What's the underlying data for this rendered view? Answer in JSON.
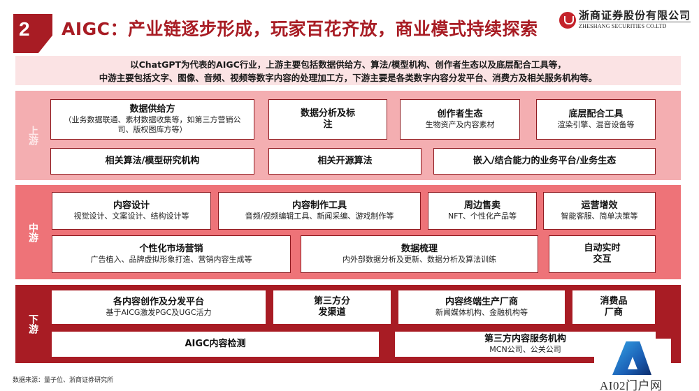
{
  "header": {
    "slide_number": "2",
    "title": "AIGC：产业链逐步形成，玩家百花齐放，商业模式持续探索",
    "logo_cn": "浙商证券股份有限公司",
    "logo_en": "ZHESHANG SECURITIES CO.LTD"
  },
  "intro": {
    "line1": "以ChatGPT为代表的AIGC行业，上游主要包括数据供给方、算法/模型机构、创作者生态以及底层配合工具等，",
    "line2": "中游主要包括文字、图像、音频、视频等数字内容的处理加工方，下游主要是各类数字内容分发平台、消费方及相关服务机构等。"
  },
  "colors": {
    "brand_red": "#a81c24",
    "upstream_bg": "#f4aeb1",
    "midstream_bg": "#ee7378",
    "downstream_bg": "#a81c24",
    "intro_bg": "#fbe3e4"
  },
  "upstream": {
    "label": "上游",
    "boxes": [
      {
        "title": "数据供给方",
        "sub": "（业务数据联通、素材数据收集等，如第三方营销公司、版权图库方等）"
      },
      {
        "title": "数据分析及标注",
        "sub": ""
      },
      {
        "title": "创作者生态",
        "sub": "生物资产及内容素材"
      },
      {
        "title": "底层配合工具",
        "sub": "渲染引擎、混音设备等"
      },
      {
        "title": "相关算法/模型研究机构",
        "sub": ""
      },
      {
        "title": "相关开源算法",
        "sub": ""
      },
      {
        "title": "嵌入/结合能力的业务平台/业务生态",
        "sub": ""
      }
    ]
  },
  "midstream": {
    "label": "中游",
    "boxes": [
      {
        "title": "内容设计",
        "sub": "视觉设计、文案设计、结构设计等"
      },
      {
        "title": "内容制作工具",
        "sub": "音频/视频编辑工具、新闻采编、游戏制作等"
      },
      {
        "title": "周边售卖",
        "sub": "NFT、个性化产品等"
      },
      {
        "title": "运营增效",
        "sub": "智能客服、简单决策等"
      },
      {
        "title": "个性化市场营销",
        "sub": "广告植入、品牌虚拟形象打造、营销内容生成等"
      },
      {
        "title": "数据梳理",
        "sub": "内外部数据分析及更新、数据分析及算法训练"
      },
      {
        "title": "自动实时交互",
        "sub": ""
      }
    ]
  },
  "downstream": {
    "label": "下游",
    "boxes": [
      {
        "title": "各内容创作及分发平台",
        "sub": "基于AICG激发PGC及UGC活力"
      },
      {
        "title": "第三方分发渠道",
        "sub": ""
      },
      {
        "title": "内容终端生产厂商",
        "sub": "新闻媒体机构、金融机构等"
      },
      {
        "title": "消费品厂商",
        "sub": ""
      },
      {
        "title": "AIGC内容检测",
        "sub": ""
      },
      {
        "title": "第三方内容服务机构",
        "sub": "MCN公司、公关公司"
      }
    ]
  },
  "footer": {
    "source": "数据来源：量子位、浙商证券研究所"
  },
  "watermark": {
    "text": "AI02门户网"
  }
}
